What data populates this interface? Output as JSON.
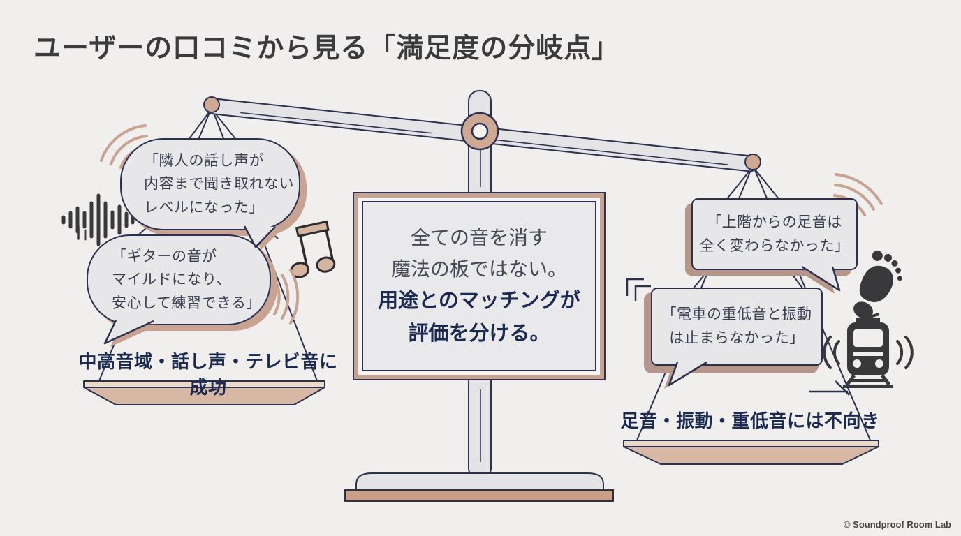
{
  "title": "ユーザーの口コミから見る「満足度の分岐点」",
  "colors": {
    "background": "#f0efed",
    "navy_outline": "#2d3150",
    "tan_accent": "#c9a392",
    "tan_dark": "#b5968a",
    "bubble_fill": "#e7e6e8",
    "charcoal_icon": "#39393b",
    "verdict_text": "#1b2a51"
  },
  "left_side": {
    "bubbles": [
      {
        "lines": [
          "「隣人の話し声が",
          "内容まで聞き取れない",
          "レベルになった」"
        ]
      },
      {
        "lines": [
          "「ギターの音が",
          "マイルドになり、",
          "安心して練習できる」"
        ]
      }
    ],
    "verdict": "中高音域・話し声・テレビ音に成功",
    "icons": [
      "sound-wave-icon",
      "music-note-icon"
    ]
  },
  "center_board": {
    "lines": [
      "全ての音を消す",
      "魔法の板ではない。",
      "用途とのマッチングが",
      "評価を分ける。"
    ]
  },
  "right_side": {
    "bubbles": [
      {
        "lines": [
          "「上階からの足音は",
          "全く変わらなかった」"
        ]
      },
      {
        "lines": [
          "「電車の重低音と振動",
          "は止まらなかった」"
        ]
      }
    ],
    "verdict": "足音・振動・重低音には不向き",
    "icons": [
      "footprint-icon",
      "train-icon"
    ]
  },
  "footer": {
    "credit": "© Soundproof Room Lab"
  }
}
